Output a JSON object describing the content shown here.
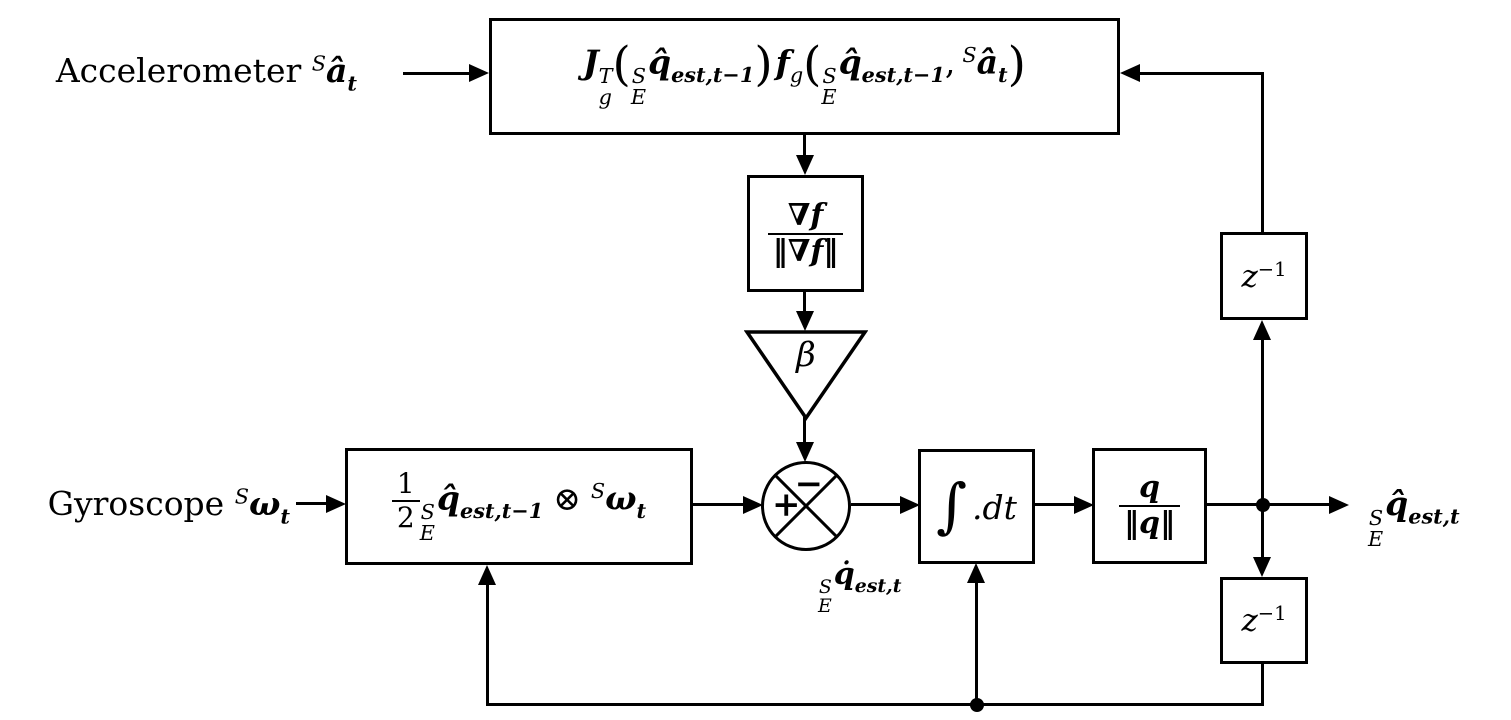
{
  "diagram": {
    "accel_label": {
      "word": "Accelerometer",
      "sup": "S",
      "vec": "â",
      "sub": "t"
    },
    "gyro_label": {
      "word": "Gyroscope",
      "sup": "S",
      "vec": "ω",
      "sub": "t"
    },
    "output_label": {
      "pre_sup": "S",
      "pre_sub": "E",
      "vec": "q̂",
      "sub": "est,t"
    },
    "qdot_label": {
      "pre_sup": "S",
      "pre_sub": "E",
      "vec": "q̇",
      "sub": "est,t"
    },
    "objective_box": {
      "J": "J",
      "J_sup": "T",
      "J_sub": "g",
      "lp1": "(",
      "pre1_sup": "S",
      "pre1_sub": "E",
      "q1": "q̂",
      "q1_sub": "est,t−1",
      "rp1": ")",
      "f": "f",
      "f_sub": "g",
      "lp2": "(",
      "pre2_sup": "S",
      "pre2_sub": "E",
      "q2": "q̂",
      "q2_sub": "est,t−1",
      "comma": ",",
      "a_sup": "S",
      "a": "â",
      "a_sub": "t",
      "rp2": ")"
    },
    "gradient_box": {
      "num": "∇f",
      "den": "‖∇f‖"
    },
    "beta_gain": "β",
    "sum_junction": {
      "minus": "−",
      "plus": "+"
    },
    "gyro_box": {
      "frac_num": "1",
      "frac_den": "2",
      "pre_sup": "S",
      "pre_sub": "E",
      "q": "q̂",
      "q_sub": "est,t−1",
      "otimes": "⊗",
      "w_sup": "S",
      "w": "ω",
      "w_sub": "t"
    },
    "integrator_box": {
      "integral": "∫",
      "dt": ".dt"
    },
    "norm_box": {
      "num": "q",
      "den": "‖q‖"
    },
    "delay_top": {
      "base": "z",
      "sup": "−1"
    },
    "delay_bottom": {
      "base": "z",
      "sup": "−1"
    }
  },
  "colors": {
    "ink": "#000000",
    "background": "#ffffff"
  }
}
